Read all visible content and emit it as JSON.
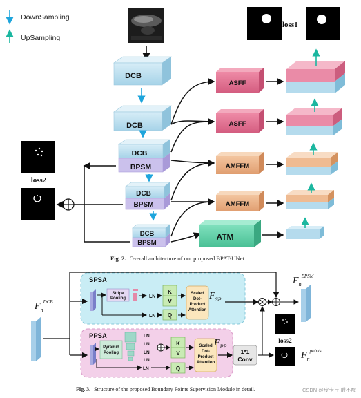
{
  "legend": {
    "down_label": "DownSampling",
    "up_label": "UpSampling",
    "down_color": "#1ea5dc",
    "up_color": "#1bb7a0"
  },
  "fig2": {
    "blocks": {
      "dcb": "DCB",
      "bpsm": "BPSM",
      "asff": "ASFF",
      "amffm": "AMFFM",
      "atm": "ATM"
    },
    "loss1": "loss1",
    "loss2": "loss2",
    "caption_label": "Fig. 2.",
    "caption_text": "Overall architecture of our proposed BPAT-UNet."
  },
  "fig3": {
    "spsa": "SPSA",
    "ppsa": "PPSA",
    "stripe_pooling_1": "Stripe",
    "stripe_pooling_2": "Pooling",
    "pyramid_pooling_1": "Pyramid",
    "pyramid_pooling_2": "Pooling",
    "ln": "LN",
    "k": "K",
    "v": "V",
    "q": "Q",
    "attn_1": "Scaled",
    "attn_2": "Dot-",
    "attn_3": "Product",
    "attn_4": "Attention",
    "conv": "1*1",
    "conv2": "Conv",
    "f_dcb_main": "F",
    "f_dcb_sub": "n",
    "f_dcb_sup": "DCB",
    "f_sp_main": "F",
    "f_sp_sub": "SP",
    "f_pp_main": "F",
    "f_pp_sub": "PP",
    "f_bpsm_main": "F",
    "f_bpsm_sub": "n",
    "f_bpsm_sup": "BPSM",
    "f_points_main": "F",
    "f_points_sub": "n",
    "f_points_sup": "points",
    "loss2": "loss2",
    "caption_label": "Fig. 3.",
    "caption_text": "Structure of the proposed Boundary Points Supervision Module in detail.",
    "watermark": "CSDN @皮卡丘 爵不醒"
  },
  "colors": {
    "dcb": "#b8dcec",
    "bpsm": "#c8c0e8",
    "asff": "#e07090",
    "amffm": "#eab48a",
    "atm": "#62d0a8",
    "spsa_bg": "#c8ecf4",
    "ppsa_bg": "#f2cfe8"
  }
}
